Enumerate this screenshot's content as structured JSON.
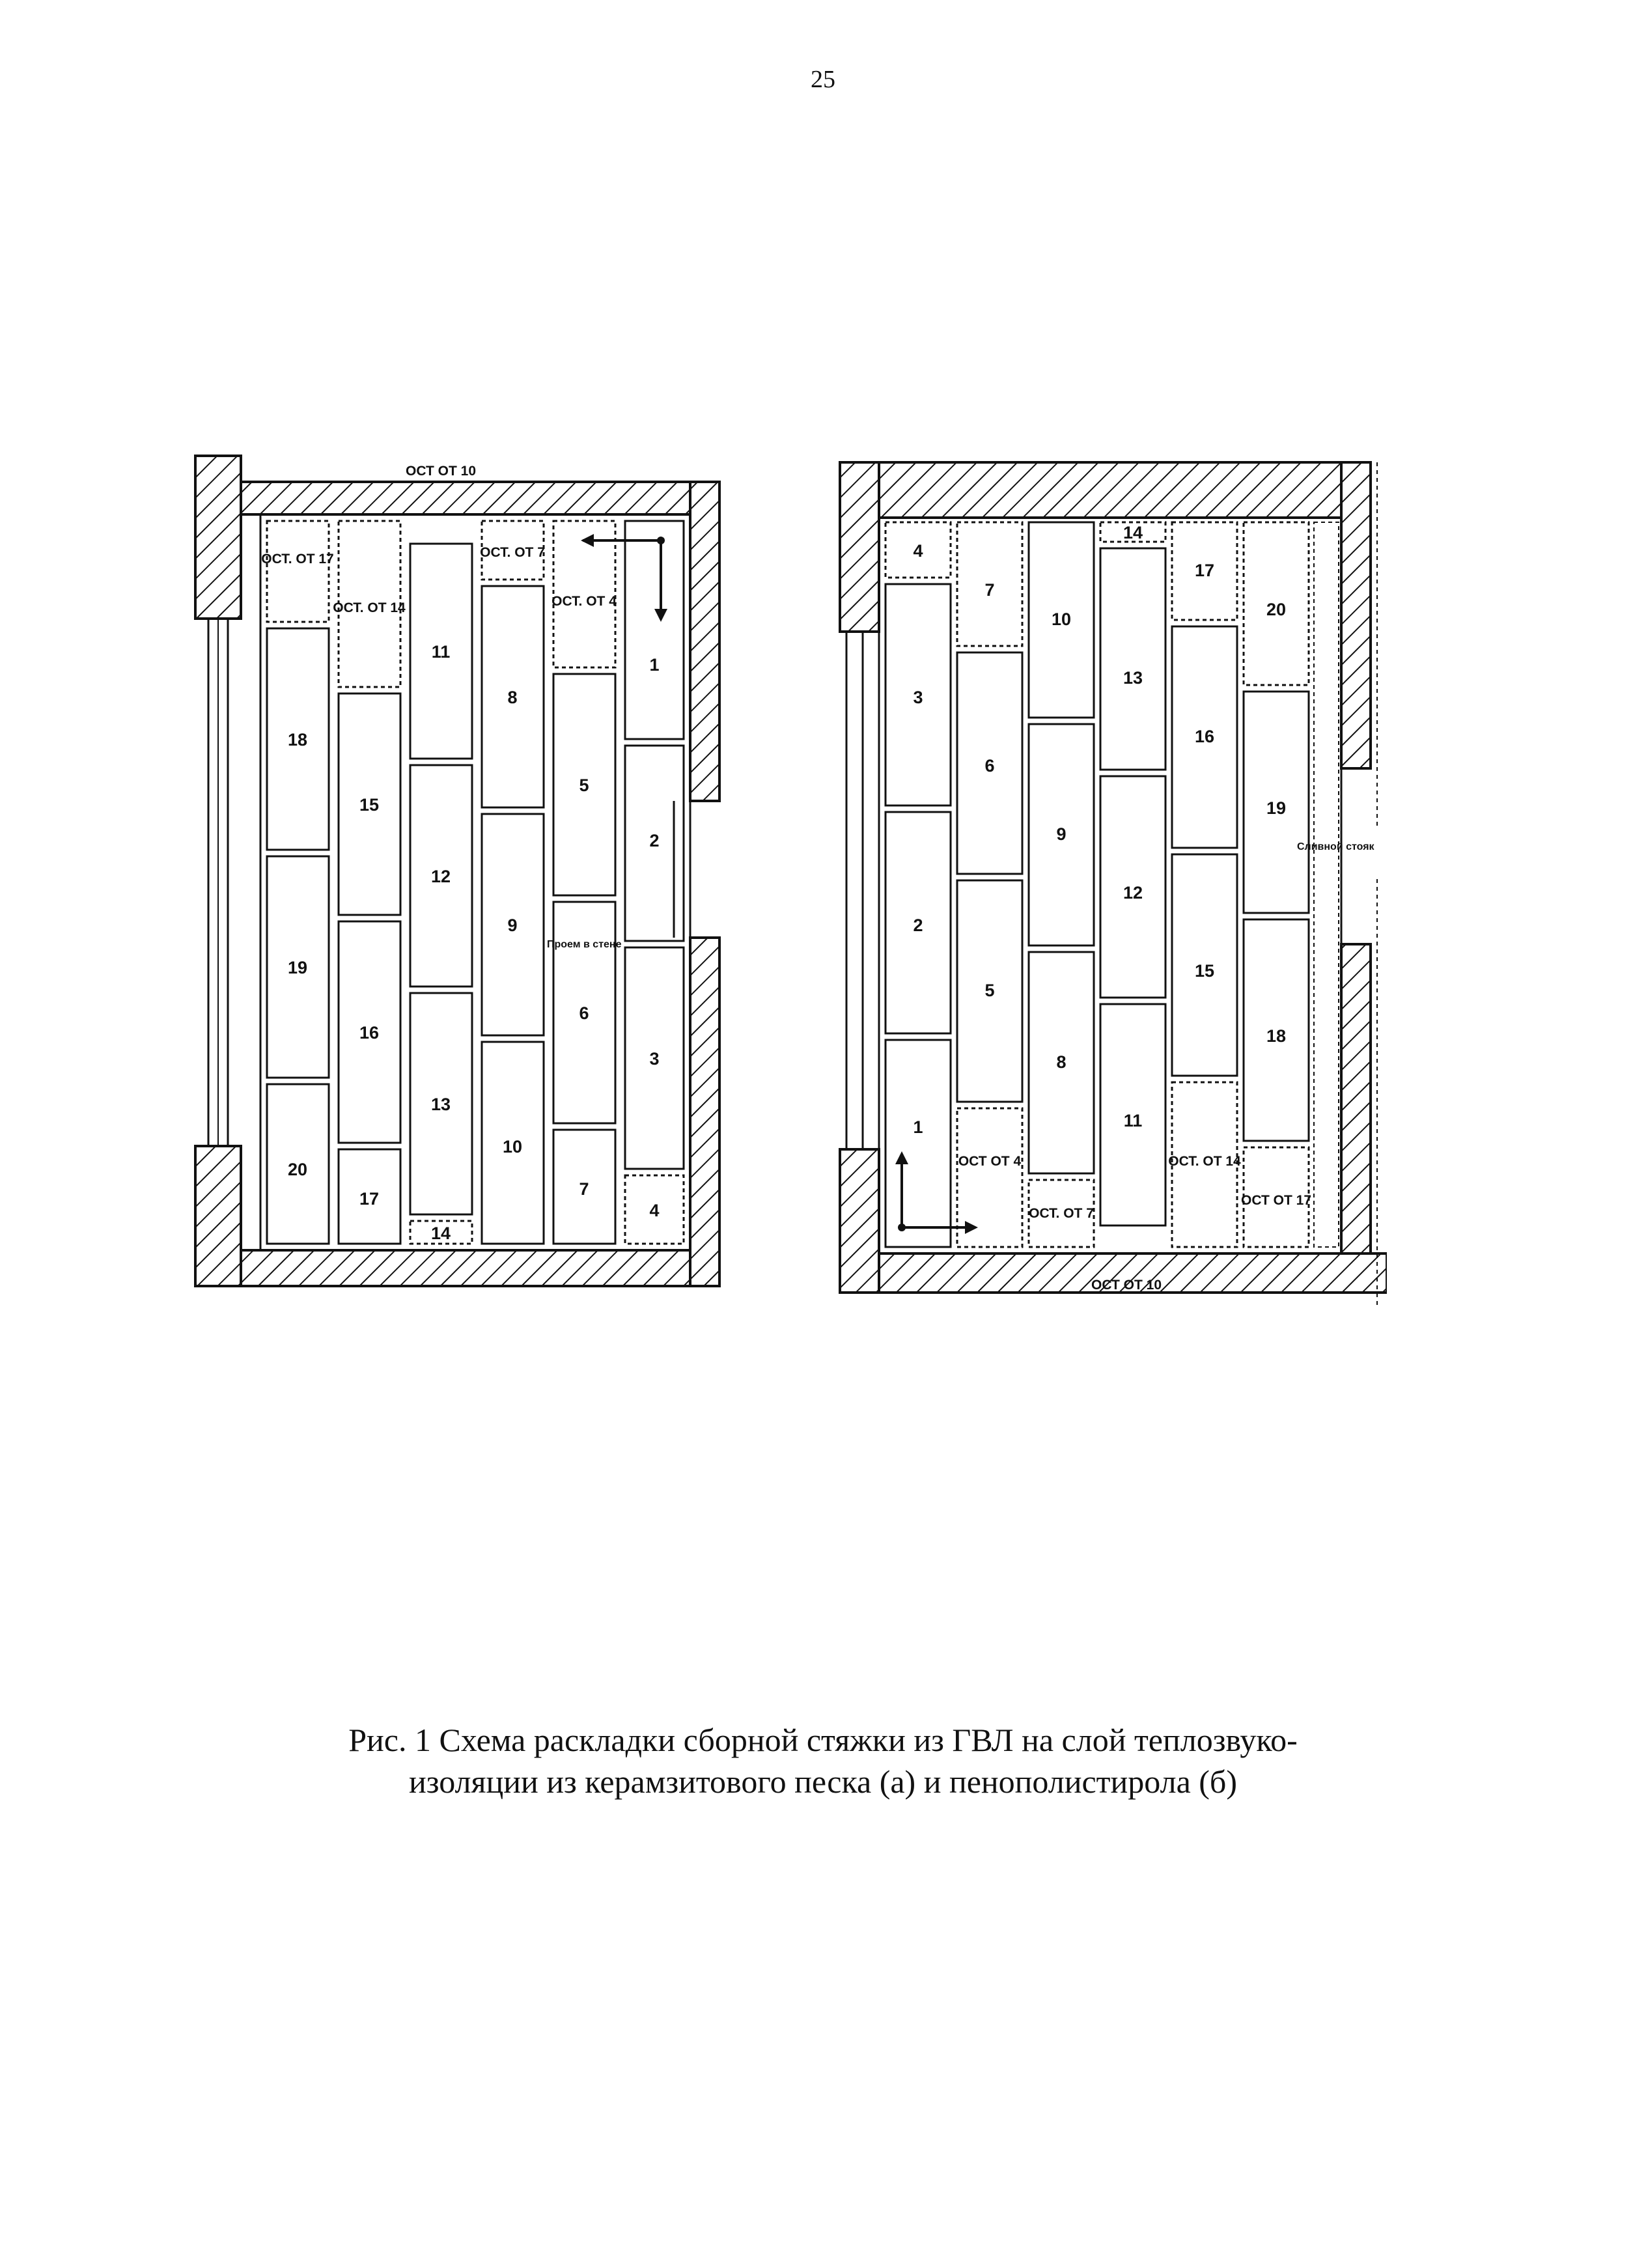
{
  "page_number": "25",
  "caption": {
    "line1": "Рис. 1 Схема раскладки сборной стяжки из ГВЛ на слой теплозвуко-",
    "line2": "изоляции из керамзитового песка (а) и пенополистирола (б)"
  },
  "figure_a": {
    "top_leftover": "ОСТ ОТ 10",
    "wall_note": "Проем в стене",
    "slabs": [
      {
        "id": "a-ost17",
        "label": "ОСТ. ОТ 17"
      },
      {
        "id": "a-ost14",
        "label": "ОСТ. ОТ 14"
      },
      {
        "id": "a-ost7",
        "label": "ОСТ. ОТ 7"
      },
      {
        "id": "a-ost4",
        "label": "ОСТ. ОТ 4"
      },
      {
        "id": "a-1",
        "label": "1"
      },
      {
        "id": "a-2",
        "label": "2"
      },
      {
        "id": "a-3",
        "label": "3"
      },
      {
        "id": "a-4",
        "label": "4"
      },
      {
        "id": "a-5",
        "label": "5"
      },
      {
        "id": "a-6",
        "label": "6"
      },
      {
        "id": "a-7",
        "label": "7"
      },
      {
        "id": "a-8",
        "label": "8"
      },
      {
        "id": "a-9",
        "label": "9"
      },
      {
        "id": "a-10",
        "label": "10"
      },
      {
        "id": "a-11",
        "label": "11"
      },
      {
        "id": "a-12",
        "label": "12"
      },
      {
        "id": "a-13",
        "label": "13"
      },
      {
        "id": "a-14",
        "label": "14"
      },
      {
        "id": "a-15",
        "label": "15"
      },
      {
        "id": "a-16",
        "label": "16"
      },
      {
        "id": "a-17",
        "label": "17"
      },
      {
        "id": "a-18",
        "label": "18"
      },
      {
        "id": "a-19",
        "label": "19"
      },
      {
        "id": "a-20",
        "label": "20"
      }
    ]
  },
  "figure_b": {
    "bottom_leftover": "ОСТ ОТ 10",
    "wall_note": "Сливной стояк",
    "slabs": [
      {
        "id": "b-1",
        "label": "1"
      },
      {
        "id": "b-2",
        "label": "2"
      },
      {
        "id": "b-3",
        "label": "3"
      },
      {
        "id": "b-4",
        "label": "4"
      },
      {
        "id": "b-5",
        "label": "5"
      },
      {
        "id": "b-6",
        "label": "6"
      },
      {
        "id": "b-7",
        "label": "7"
      },
      {
        "id": "b-8",
        "label": "8"
      },
      {
        "id": "b-9",
        "label": "9"
      },
      {
        "id": "b-10",
        "label": "10"
      },
      {
        "id": "b-11",
        "label": "11"
      },
      {
        "id": "b-12",
        "label": "12"
      },
      {
        "id": "b-13",
        "label": "13"
      },
      {
        "id": "b-14",
        "label": "14"
      },
      {
        "id": "b-15",
        "label": "15"
      },
      {
        "id": "b-16",
        "label": "16"
      },
      {
        "id": "b-17",
        "label": "17"
      },
      {
        "id": "b-18",
        "label": "18"
      },
      {
        "id": "b-19",
        "label": "19"
      },
      {
        "id": "b-20",
        "label": "20"
      },
      {
        "id": "b-ost4",
        "label": "ОСТ ОТ 4"
      },
      {
        "id": "b-ost7",
        "label": "ОСТ. ОТ 7"
      },
      {
        "id": "b-ost14",
        "label": "ОСТ. ОТ 14"
      },
      {
        "id": "b-ost17",
        "label": "ОСТ ОТ 17"
      }
    ]
  }
}
